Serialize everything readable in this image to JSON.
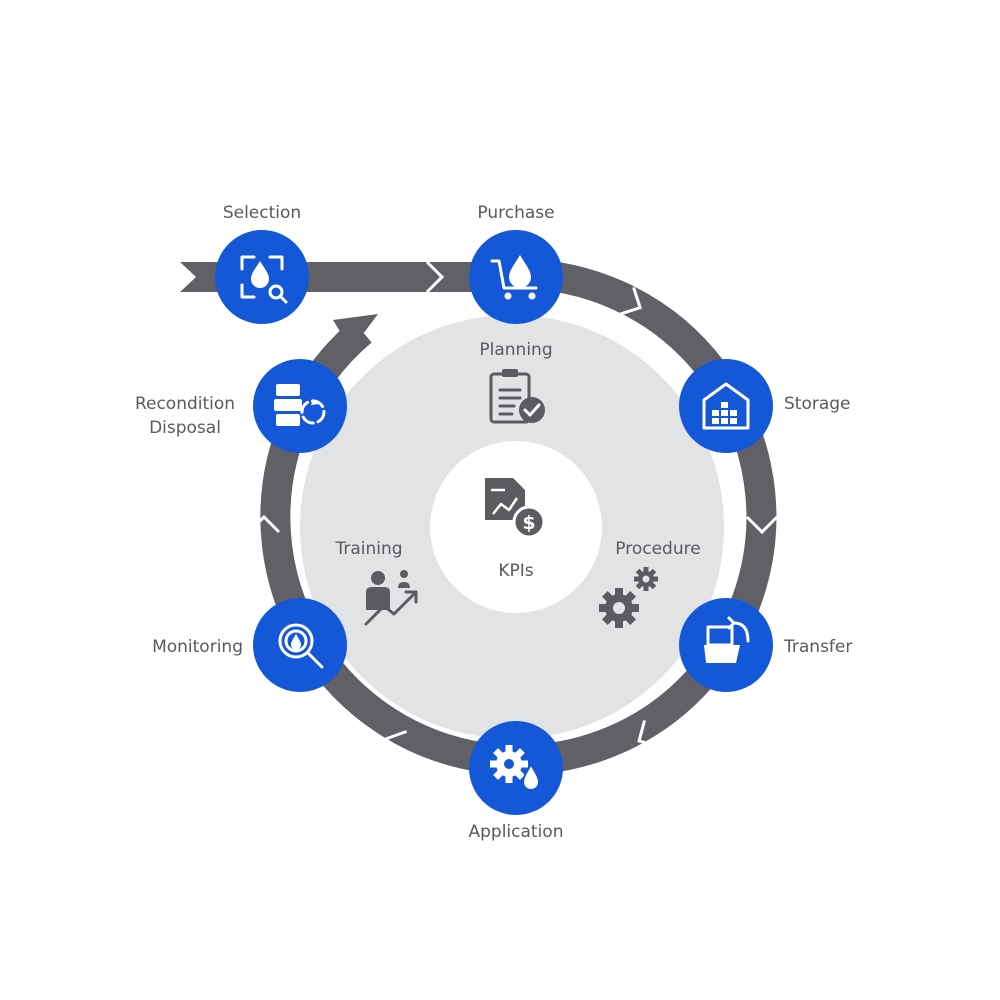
{
  "stages": {
    "selection": "Selection",
    "purchase": "Purchase",
    "storage": "Storage",
    "transfer": "Transfer",
    "application": "Application",
    "monitoring": "Monitoring",
    "recondition_line1": "Recondition",
    "recondition_line2": "Disposal"
  },
  "inner": {
    "planning": "Planning",
    "training": "Training",
    "procedure": "Procedure",
    "center": "KPIs"
  },
  "icons": {
    "selection": "drop-search-frame-icon",
    "purchase": "drop-cart-icon",
    "storage": "warehouse-icon",
    "transfer": "transfer-container-icon",
    "application": "gear-drop-icon",
    "monitoring": "magnifier-drop-icon",
    "recondition": "barrels-recycle-icon",
    "planning": "clipboard-check-icon",
    "training": "trainer-growth-icon",
    "procedure": "gears-icon",
    "center": "report-dollar-icon"
  },
  "colors": {
    "node": "#1458d8",
    "arrow": "#606066",
    "inner_disc": "#e1e3e5",
    "center_disc": "#ffffff",
    "text": "#5a5a5e"
  }
}
